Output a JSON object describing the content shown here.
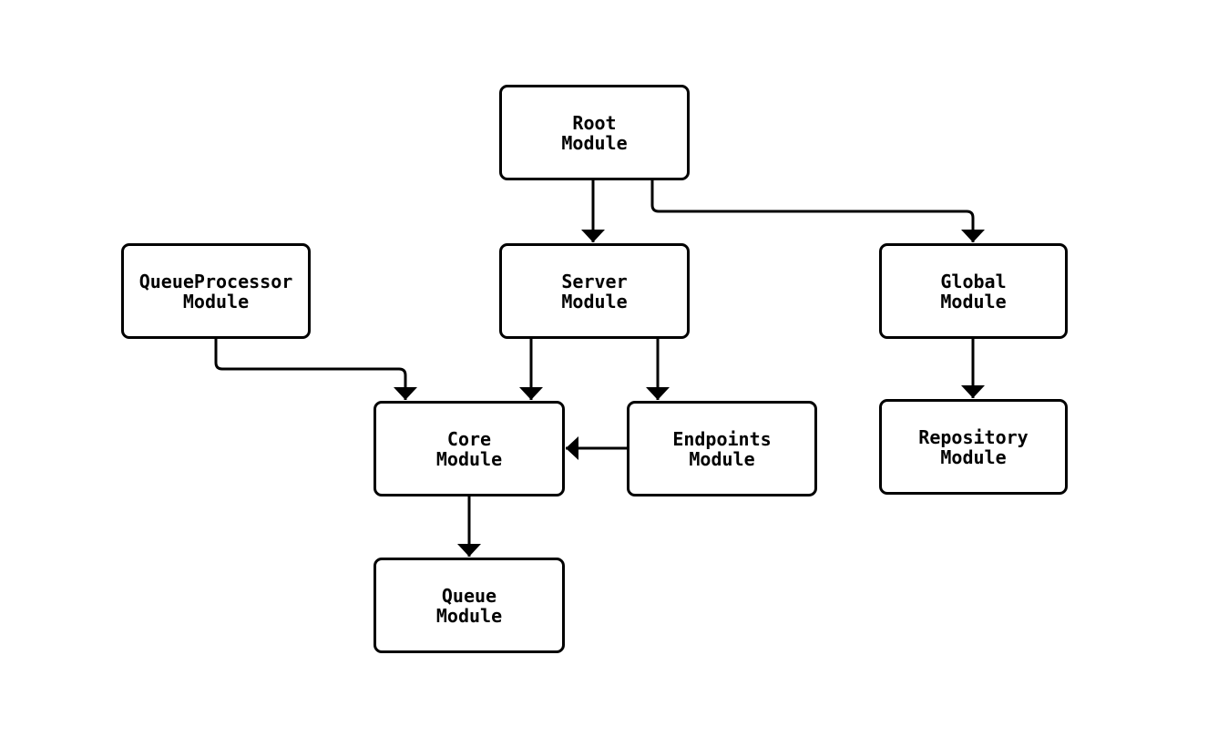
{
  "diagram": {
    "background_color": "#ffffff",
    "line_color": "#000000",
    "text_color": "#000000",
    "nodes": {
      "root": {
        "label": "Root\nModule"
      },
      "queueprocessor": {
        "label": "QueueProcessor\nModule"
      },
      "server": {
        "label": "Server\nModule"
      },
      "global": {
        "label": "Global\nModule"
      },
      "core": {
        "label": "Core\nModule"
      },
      "endpoints": {
        "label": "Endpoints\nModule"
      },
      "repository": {
        "label": "Repository\nModule"
      },
      "queue": {
        "label": "Queue\nModule"
      }
    },
    "edges": [
      {
        "from": "Root Module",
        "to": "Server Module"
      },
      {
        "from": "Root Module",
        "to": "Global Module"
      },
      {
        "from": "QueueProcessor Module",
        "to": "Core Module"
      },
      {
        "from": "Server Module",
        "to": "Core Module"
      },
      {
        "from": "Server Module",
        "to": "Endpoints Module"
      },
      {
        "from": "Global Module",
        "to": "Repository Module"
      },
      {
        "from": "Endpoints Module",
        "to": "Core Module"
      },
      {
        "from": "Core Module",
        "to": "Queue Module"
      }
    ]
  }
}
